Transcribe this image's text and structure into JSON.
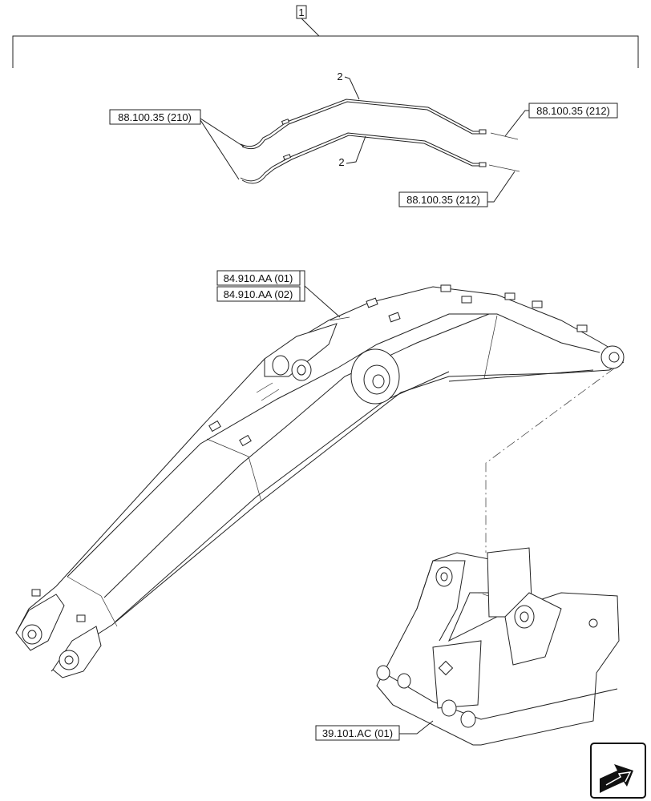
{
  "callouts": {
    "group": "1",
    "item_top": "2",
    "item_bottom": "2",
    "ref_left": "88.100.35 (210)",
    "ref_right_top": "88.100.35 (212)",
    "ref_right_bottom": "88.100.35 (212)",
    "boom_ref_1": "84.910.AA (01)",
    "boom_ref_2": "84.910.AA (02)",
    "mount_ref": "39.101.AC (01)"
  },
  "icons": {
    "nav": "next-page-arrow-icon"
  }
}
